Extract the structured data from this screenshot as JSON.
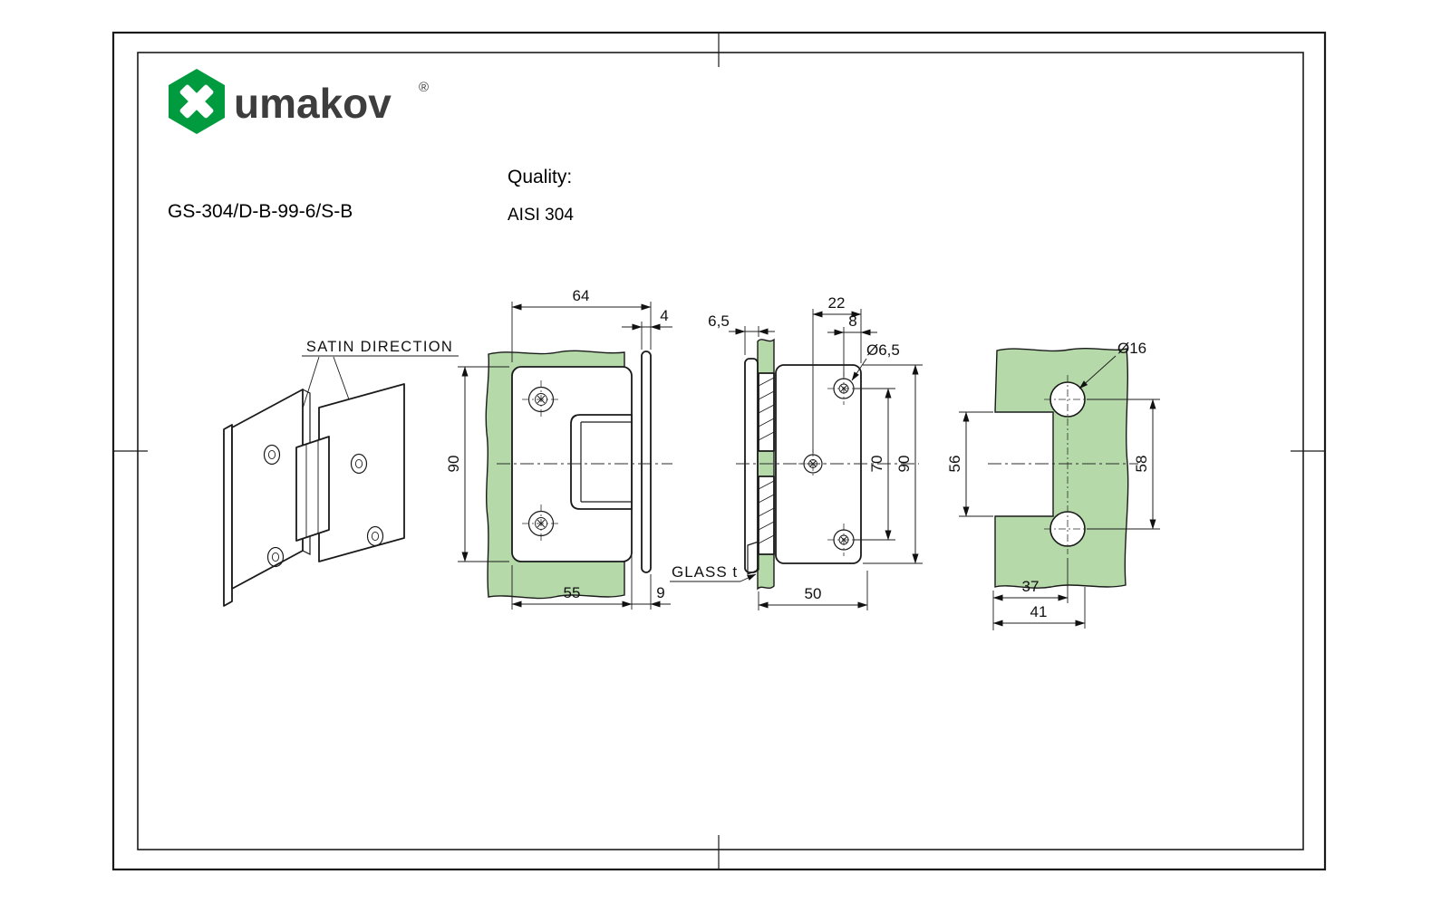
{
  "header": {
    "brand": "umakov",
    "registered": "®",
    "part_number": "GS-304/D-B-99-6/S-B",
    "quality_label": "Quality:",
    "quality_value": "AISI 304"
  },
  "labels": {
    "satin_direction": "SATIN DIRECTION",
    "glass": "GLASS t"
  },
  "dims": {
    "front": {
      "top_width": "64",
      "edge_thickness": "4",
      "height": "90",
      "bottom_width": "55",
      "leaf_thickness": "9"
    },
    "side": {
      "glass_offset": "6,5",
      "screw_span": "22",
      "screw_edge": "8",
      "screw_dia": "Ø6,5",
      "hole_spacing": "70",
      "height": "90",
      "depth": "50"
    },
    "cutout": {
      "hole_dia": "Ø16",
      "notch_height": "56",
      "hole_spacing": "58",
      "hole_center_depth": "37",
      "notch_depth": "41"
    }
  },
  "colors": {
    "glass_green": "#b5d9a9",
    "logo_green": "#009b3e"
  }
}
